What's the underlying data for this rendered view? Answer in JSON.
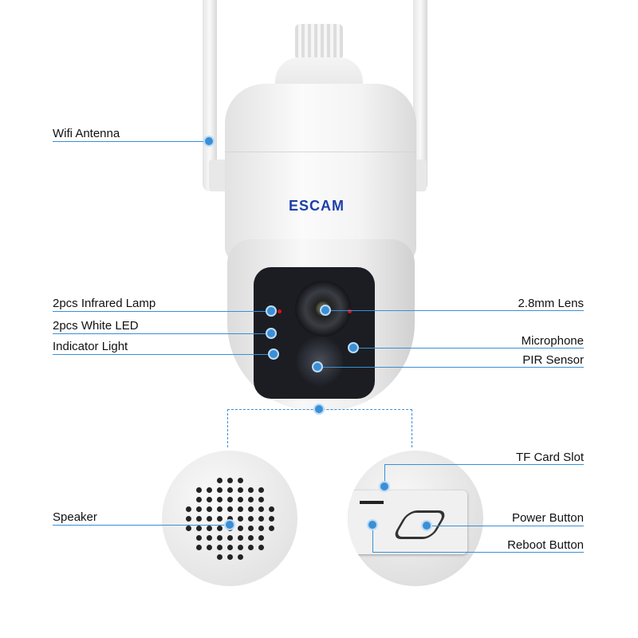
{
  "brand": "ESCAM",
  "accent": "#3a8fd6",
  "labels": {
    "wifi_antenna": "Wifi Antenna",
    "infrared_lamp": "2pcs Infrared Lamp",
    "white_led": "2pcs White LED",
    "indicator_light": "Indicator Light",
    "lens": "2.8mm Lens",
    "microphone": "Microphone",
    "pir_sensor": "PIR Sensor",
    "speaker": "Speaker",
    "tf_card_slot": "TF Card Slot",
    "power_button": "Power Button",
    "reboot_button": "Reboot Button"
  }
}
